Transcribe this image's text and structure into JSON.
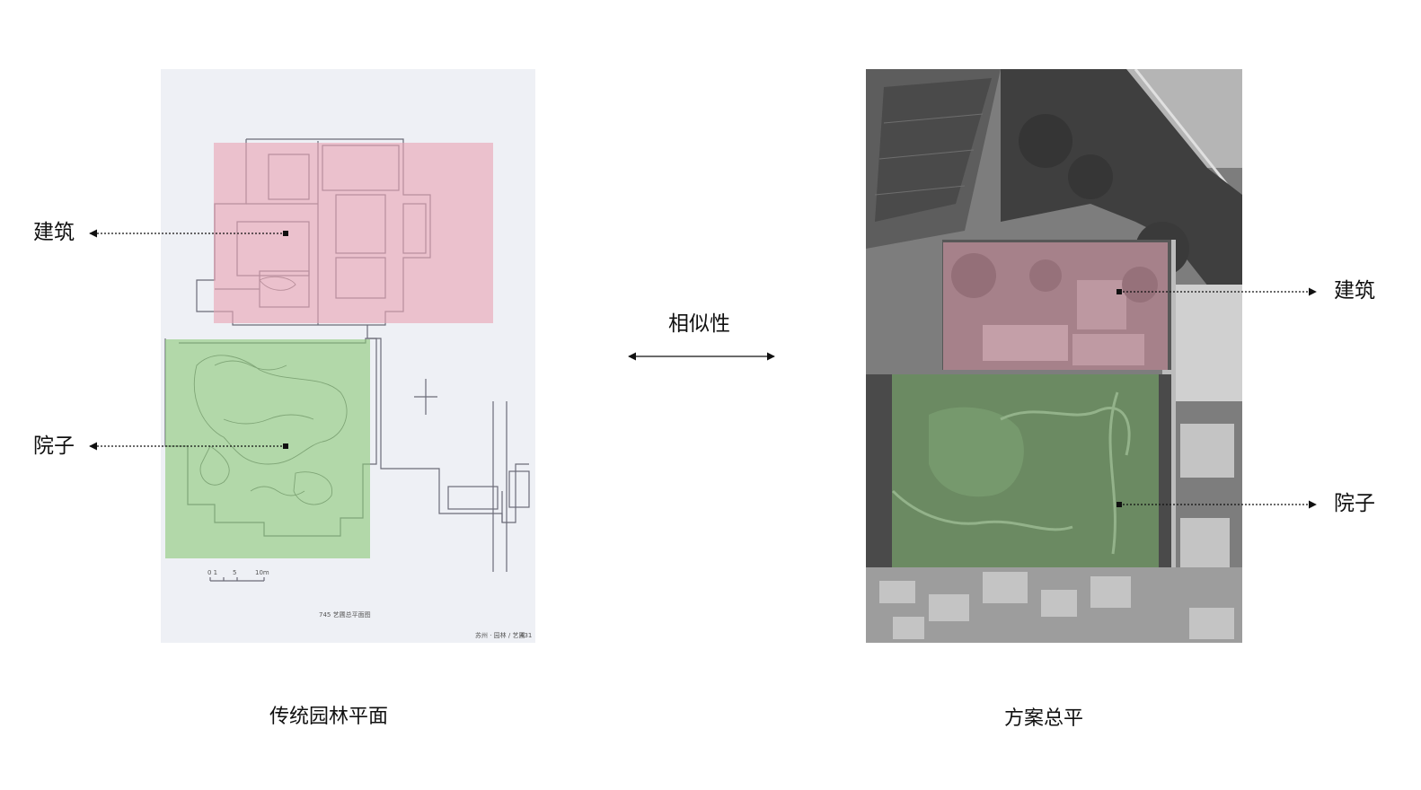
{
  "left": {
    "caption": "传统园林平面",
    "building_label": "建筑",
    "courtyard_label": "院子",
    "plan_caption": "745 艺圃总平面图",
    "page_footer": "苏州 · 园林 / 艺圃",
    "page_number": "431",
    "scale_ticks": [
      "0 1",
      "5",
      "10m"
    ]
  },
  "right": {
    "caption": "方案总平",
    "building_label": "建筑",
    "courtyard_label": "院子"
  },
  "center": {
    "label": "相似性"
  },
  "colors": {
    "building_overlay": "#e8a4b4",
    "courtyard_overlay": "#8cc97a",
    "arrow": "#111111"
  }
}
